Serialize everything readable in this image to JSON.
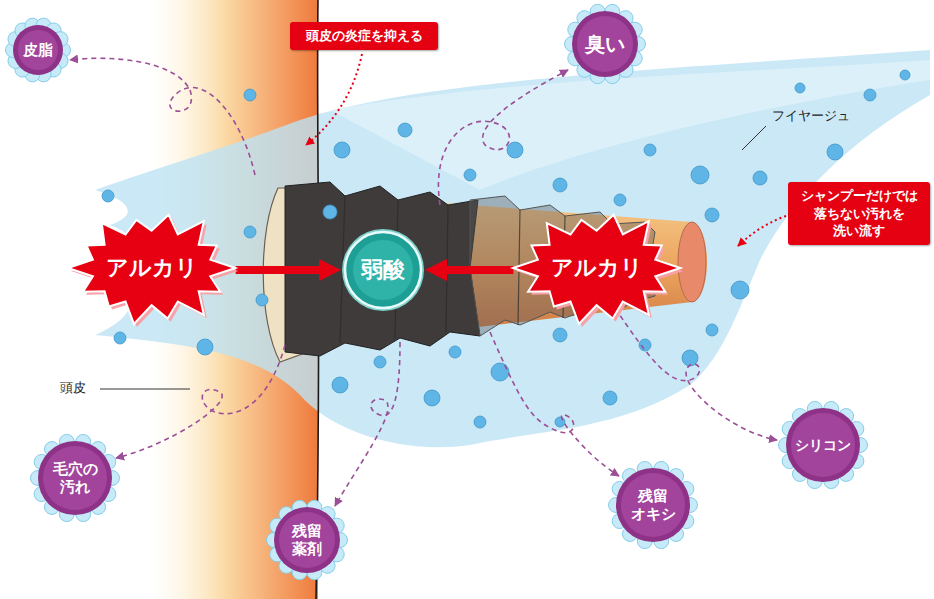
{
  "diagram": {
    "nodes": [
      {
        "text": [
          "皮脂"
        ]
      },
      {
        "text": [
          "頭皮の炎症を抑える"
        ]
      },
      {
        "text": [
          "臭い"
        ]
      },
      {
        "text": [
          "シャンプーだけでは 落ちない汚れを 洗い流す"
        ]
      },
      {
        "text": [
          "アルカリ"
        ]
      },
      {
        "text": [
          "弱酸"
        ]
      },
      {
        "text": [
          "アルカリ"
        ]
      },
      {
        "text": [
          "毛穴の 汚れ"
        ]
      },
      {
        "text": [
          "シリコン"
        ]
      },
      {
        "text": [
          "残留 薬剤"
        ]
      },
      {
        "text": [
          "残留 オキシ"
        ]
      }
    ],
    "edges": [
      {
        "from": 4,
        "to": 5,
        "arrow": "to"
      },
      {
        "from": 6,
        "to": 5,
        "arrow": "to"
      }
    ],
    "labels": [
      "フイヤージュ",
      "頭皮"
    ]
  }
}
